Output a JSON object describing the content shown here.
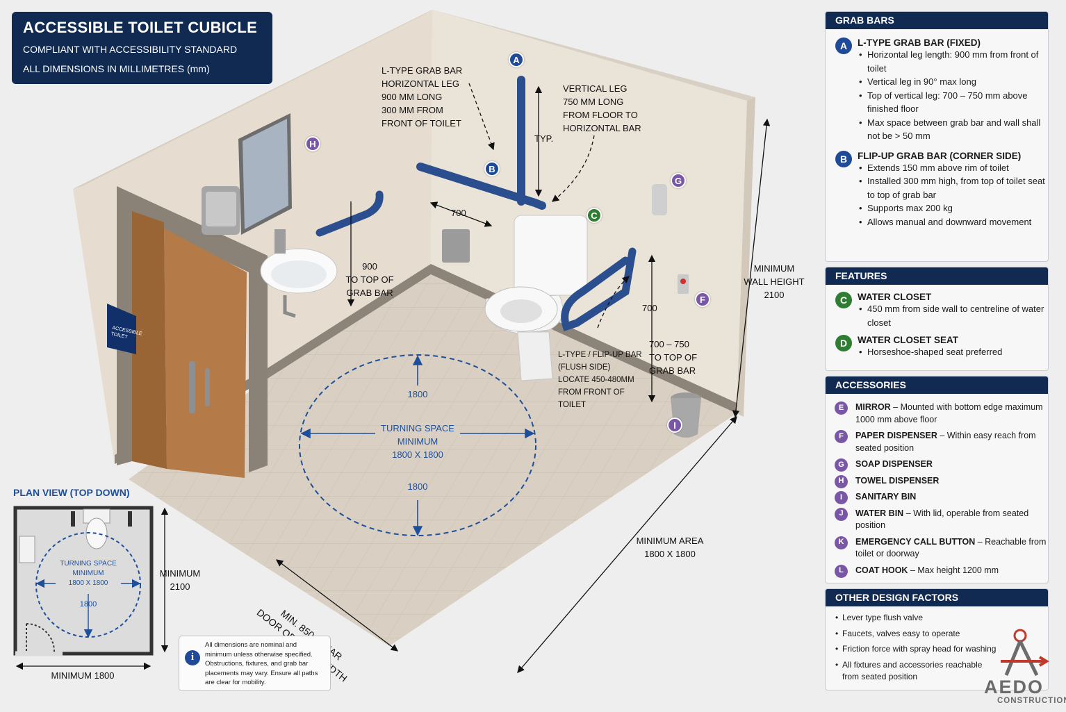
{
  "title": {
    "main": "ACCESSIBLE TOILET CUBICLE",
    "line2": "COMPLIANT WITH ACCESSIBILITY STANDARD",
    "line3": "ALL DIMENSIONS IN MILLIMETRES (mm)"
  },
  "colors": {
    "navy": "#102a52",
    "blue_accent": "#1d4f9a",
    "grab_bar": "#2b4f8e",
    "green_badge": "#2e7d32",
    "purple_badge": "#7a57a6",
    "door_wood": "#b47a48"
  },
  "diagram": {
    "grab_a_label": [
      "L-TYPE GRAB BAR",
      "HORIZONTAL LEG",
      "900 mm LONG",
      "300 mm FROM",
      "FRONT OF TOILET"
    ],
    "vertical_leg_label": [
      "VERTICAL LEG",
      "750 mm LONG",
      "FROM FLOOR TO",
      "HORIZONTAL BAR"
    ],
    "typ": "TYP.",
    "dim_700_top": "700",
    "basin_bar_label": [
      "900",
      "TO TOP OF",
      "GRAB BAR"
    ],
    "dim_700_side": "700",
    "flip_bar_label": [
      "L-TYPE / FLIP-UP BAR",
      "(FLUSH SIDE)",
      "LOCATE 450-480mm",
      "FROM FRONT OF",
      "TOILET"
    ],
    "flip_height_label": [
      "700 – 750",
      "TO TOP OF",
      "GRAB BAR"
    ],
    "wall_height_label": [
      "MINIMUM",
      "WALL HEIGHT",
      "2100"
    ],
    "turning": {
      "top": "1800",
      "label": [
        "TURNING SPACE",
        "MINIMUM",
        "1800 x 1800"
      ],
      "bottom": "1800"
    },
    "min_area_label": [
      "MINIMUM AREA",
      "1800 x 1800"
    ],
    "door_width_label": [
      "MIN. 850 CLEAR",
      "DOOR OPENING WIDTH"
    ],
    "sign_text": [
      "ACCESSIBLE",
      "TOILET"
    ],
    "badges": [
      "A",
      "B",
      "C",
      "F",
      "G",
      "H",
      "I"
    ]
  },
  "plan": {
    "title": "PLAN VIEW (TOP DOWN)",
    "turning": [
      "TURNING SPACE",
      "MINIMUM",
      "1800 x 1800"
    ],
    "dim_inner": "1800",
    "height_label": [
      "MINIMUM",
      "2100"
    ],
    "width_label": "MINIMUM 1800"
  },
  "note": "All dimensions are nominal and minimum unless otherwise specified. Obstructions, fixtures, and grab bar placements may vary. Ensure all paths are clear for mobility.",
  "panels": {
    "grab_bars": {
      "header": "GRAB BARS",
      "items": [
        {
          "badge": "A",
          "title": "L-TYPE GRAB BAR (FIXED)",
          "bullets": [
            "Horizontal leg length: 900 mm from front of toilet",
            "Vertical leg in 90° max long",
            "Top of vertical leg: 700 – 750 mm above finished floor",
            "Max space between grab bar and wall shall not be > 50 mm"
          ]
        },
        {
          "badge": "B",
          "title": "FLIP-UP GRAB BAR (CORNER SIDE)",
          "bullets": [
            "Extends 150 mm above rim of toilet",
            "Installed 300 mm high, from top of toilet seat to top of grab bar",
            "Supports max 200 kg",
            "Allows manual and downward movement"
          ]
        }
      ]
    },
    "features": {
      "header": "FEATURES",
      "items": [
        {
          "badge": "C",
          "title": "WATER CLOSET",
          "bullets": [
            "450 mm from side wall to centreline of water closet"
          ]
        },
        {
          "badge": "D",
          "title": "WATER CLOSET SEAT",
          "bullets": [
            "Horseshoe-shaped seat preferred"
          ]
        }
      ]
    },
    "accessories": {
      "header": "ACCESSORIES",
      "items": [
        {
          "badge": "E",
          "name": "MIRROR",
          "desc": " – Mounted with bottom edge maximum 1000 mm above floor"
        },
        {
          "badge": "F",
          "name": "PAPER DISPENSER",
          "desc": " – Within easy reach from seated position"
        },
        {
          "badge": "G",
          "name": "SOAP DISPENSER",
          "desc": ""
        },
        {
          "badge": "H",
          "name": "TOWEL DISPENSER",
          "desc": ""
        },
        {
          "badge": "I",
          "name": "SANITARY BIN",
          "desc": ""
        },
        {
          "badge": "J",
          "name": "WATER BIN",
          "desc": " – With lid, operable from seated position"
        },
        {
          "badge": "K",
          "name": "EMERGENCY CALL BUTTON",
          "desc": " – Reachable from toilet or doorway"
        },
        {
          "badge": "L",
          "name": "COAT HOOK",
          "desc": " – Max height 1200 mm"
        }
      ]
    },
    "other": {
      "header": "OTHER DESIGN FACTORS",
      "items": [
        "Lever type flush valve",
        "Faucets, valves easy to operate",
        "Friction force with spray head for washing",
        "All fixtures and accessories reachable from seated position"
      ]
    }
  },
  "logo": {
    "name": "AEDO",
    "sub": "CONSTRUCTION"
  }
}
